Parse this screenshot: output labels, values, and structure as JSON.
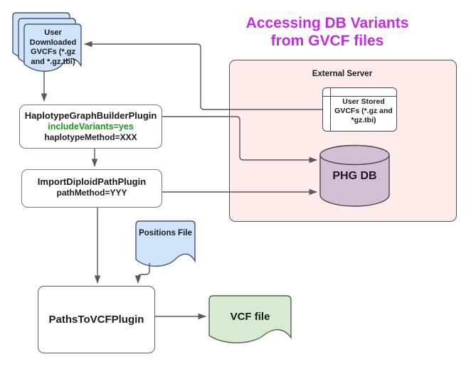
{
  "diagram_title": {
    "text": "Accessing DB Variants\nfrom GVCF files",
    "color": "#c42ce0"
  },
  "nodes": {
    "user_downloaded_gvcfs": {
      "type": "document-stack",
      "label": "User\nDownloaded\nGVCFs (*.gz\nand *.gz.tbi)",
      "fill": "#cfe3fb"
    },
    "haplotype_graph_builder": {
      "type": "process",
      "title": "HaplotypeGraphBuilderPlugin",
      "param_highlight": "includeVariants=yes",
      "param_highlight_color": "#1a961a",
      "param": "haplotypeMethod=XXX"
    },
    "import_diploid_path": {
      "type": "process",
      "title": "ImportDiploidPathPlugin",
      "param": "pathMethod=YYY"
    },
    "external_server": {
      "type": "container",
      "label": "External Server",
      "fill": "#fdecea"
    },
    "user_stored_gvcfs": {
      "type": "internal-storage",
      "label": "User Stored\nGVCFs (*.gz and\n*gz.tbi)",
      "fill": "#ffffff"
    },
    "phg_db": {
      "type": "database-cylinder",
      "label": "PHG DB",
      "fill": "#d3bfd5"
    },
    "positions_file": {
      "type": "document",
      "label": "Positions File",
      "fill": "#cfe3fb"
    },
    "paths_to_vcf": {
      "type": "process",
      "title": "PathsToVCFPlugin"
    },
    "vcf_file": {
      "type": "document",
      "label": "VCF file",
      "fill": "#d7ead2"
    }
  },
  "edges": [
    {
      "from": "user_stored_gvcfs",
      "to": "user_downloaded_gvcfs"
    },
    {
      "from": "user_downloaded_gvcfs",
      "to": "haplotype_graph_builder"
    },
    {
      "from": "haplotype_graph_builder",
      "to": "phg_db"
    },
    {
      "from": "haplotype_graph_builder",
      "to": "import_diploid_path"
    },
    {
      "from": "import_diploid_path",
      "to": "phg_db"
    },
    {
      "from": "import_diploid_path",
      "to": "paths_to_vcf"
    },
    {
      "from": "positions_file",
      "to": "paths_to_vcf"
    },
    {
      "from": "paths_to_vcf",
      "to": "vcf_file"
    }
  ],
  "colors": {
    "arrow": "#595959",
    "blue_doc_fill": "#cfe3fb",
    "blue_doc_border": "#44566a",
    "green_doc_fill": "#d7ead2",
    "server_fill": "#fdecea",
    "cylinder_fill": "#d3bfd5"
  }
}
